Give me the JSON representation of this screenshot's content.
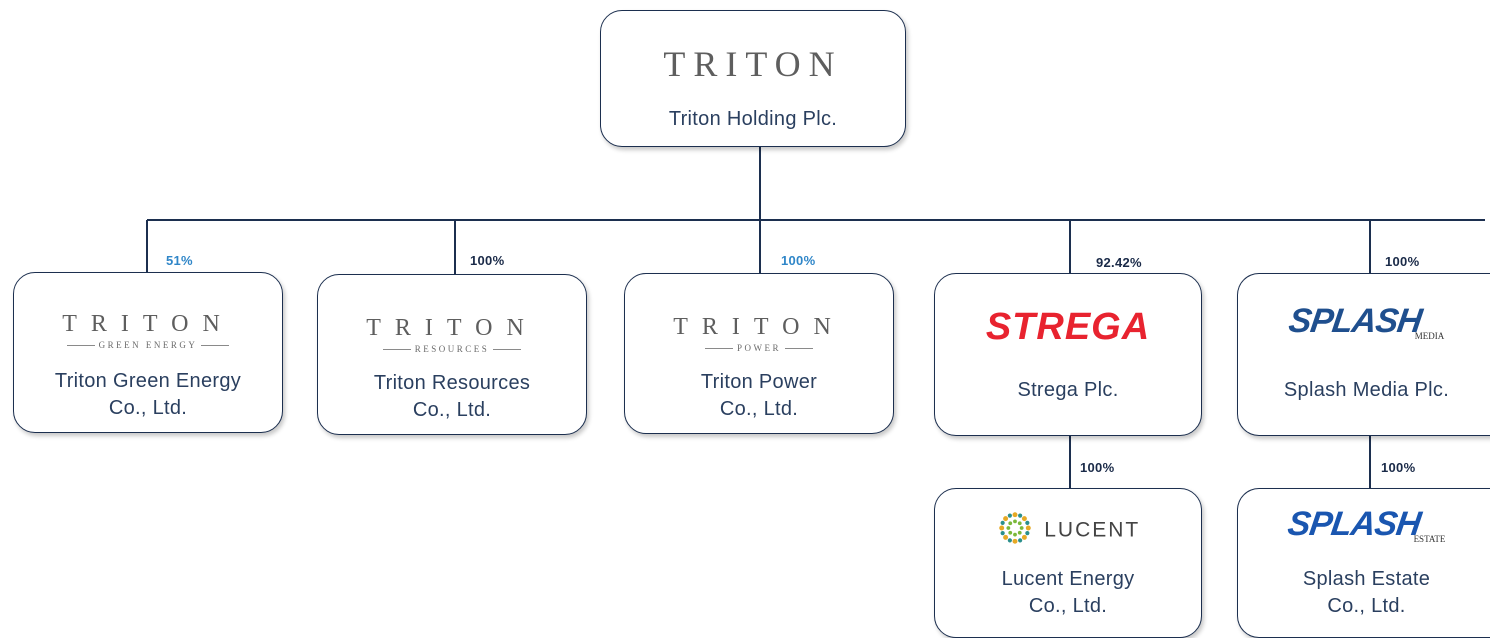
{
  "colors": {
    "line": "#1c2f4f",
    "text": "#2a3f5f",
    "pct_dark": "#1a2a48",
    "pct_blue": "#2f86c8",
    "strega_red": "#e8232f",
    "splash_blue": "#1f4f8e"
  },
  "parent": {
    "logo": {
      "word": "TRITON"
    },
    "caption": "Triton Holding Plc."
  },
  "subsidiaries": [
    {
      "pct": "51%",
      "logo": {
        "word": "TRITON",
        "sub": "GREEN ENERGY"
      },
      "caption1": "Triton Green Energy",
      "caption2": "Co., Ltd."
    },
    {
      "pct": "100%",
      "logo": {
        "word": "TRITON",
        "sub": "RESOURCES"
      },
      "caption1": "Triton Resources",
      "caption2": "Co., Ltd."
    },
    {
      "pct": "100%",
      "logo": {
        "word": "TRITON",
        "sub": "POWER"
      },
      "caption1": "Triton Power",
      "caption2": "Co., Ltd."
    },
    {
      "pct": "92.42%",
      "logo": {
        "word": "STREGA"
      },
      "caption1": "Strega Plc."
    },
    {
      "pct": "100%",
      "logo": {
        "word": "SPLASH",
        "tag": "MEDIA"
      },
      "caption1": "Splash Media Plc."
    }
  ],
  "second_level": [
    {
      "pct": "100%",
      "logo": {
        "word": "LUCENT",
        "icon": "sunburst-icon"
      },
      "caption1": "Lucent Energy",
      "caption2": "Co., Ltd."
    },
    {
      "pct": "100%",
      "logo": {
        "word": "SPLASH",
        "tag": "ESTATE"
      },
      "caption1": "Splash Estate",
      "caption2": "Co., Ltd."
    }
  ]
}
